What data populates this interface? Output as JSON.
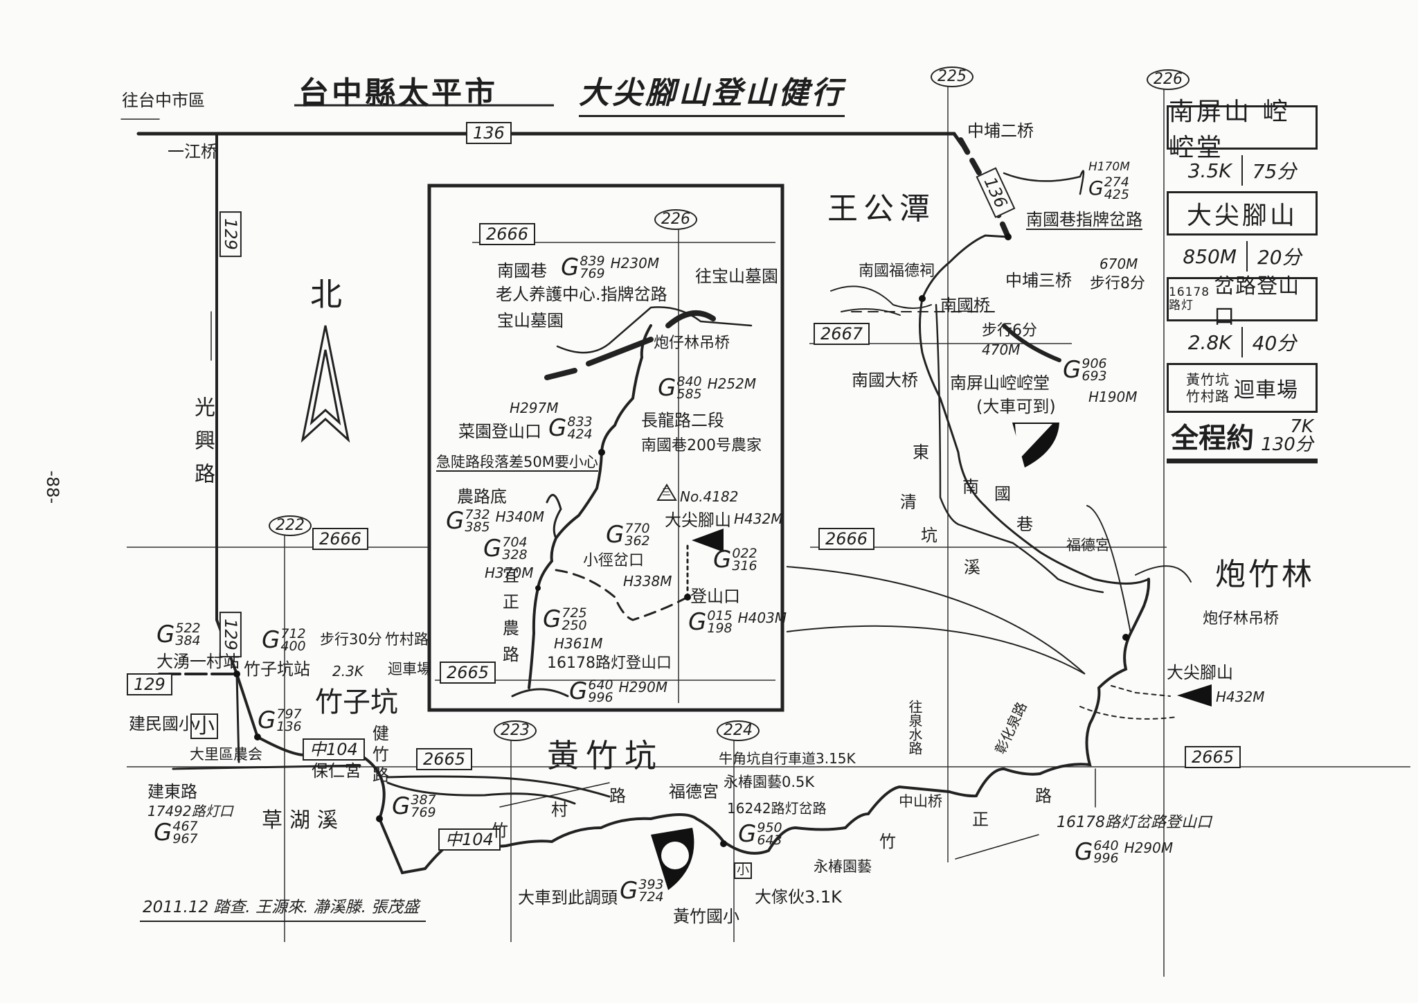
{
  "title": {
    "county": "台中縣太平市",
    "event": "大尖腳山登山健行"
  },
  "page_number": "-88-",
  "north": "北",
  "roads": {
    "r136": "136",
    "r136_b": "136",
    "r129_v": "129",
    "r129_v2": "129",
    "r129_h": "129",
    "zhong104_a": "中104",
    "zhong104_b": "中104"
  },
  "grid": {
    "c222": "222",
    "c223": "223",
    "c224": "224",
    "c225": "225",
    "c226": "226",
    "g2666_a": "2666",
    "g2666_b": "2666",
    "g2665_a": "2665",
    "g2665_b": "2665",
    "g2667": "2667"
  },
  "labels": {
    "to_taichung": "往台中市區",
    "yijiang_bridge": "一江桥",
    "guangxing_road": "光興路",
    "dayong_station": "大湧一村站",
    "g_dayong": {
      "g": [
        "522",
        "384"
      ]
    },
    "jianmin_school": "建民國小",
    "school_mark_a": "小",
    "dali_farmers": "大里區農会",
    "jiandong_road": "建東路",
    "lamp_17492": "17492路灯口",
    "g_jiandong": {
      "g": [
        "467",
        "967"
      ]
    },
    "g_zhuzikeng": {
      "g": [
        "712",
        "400"
      ]
    },
    "walk_30": "步行30分",
    "zhucun_road": "竹村路",
    "zhuzikeng_station": "竹子坑站",
    "dist_23": "2.3K",
    "turnaround": "迴車場",
    "zhuzikeng": "竹子坑",
    "g_797": {
      "g": [
        "797",
        "136"
      ]
    },
    "jianzhu_road": "健竹路",
    "baoren_temple": "保仁宮",
    "caohu_creek": "草湖溪",
    "g_387": {
      "g": [
        "387",
        "769"
      ]
    },
    "huangzhukeng": "黃竹坑",
    "zhu": "竹",
    "cun": "村",
    "lu": "路",
    "fude_temple_a": "福德宮",
    "niujiaokeng": "牛角坑自行車道3.15K",
    "yongchun_05": "永椿園藝0.5K",
    "lamp_16242": "16242路灯岔路",
    "g_950": {
      "g": [
        "950",
        "643"
      ]
    },
    "bus_turn": "大車到此調頭",
    "g_393": {
      "g": [
        "393",
        "724"
      ]
    },
    "huangzhu_school": "黃竹國小",
    "school_mark_b": "小",
    "dajiahuo": "大傢伙3.1K",
    "yongchun": "永椿園藝",
    "zhongshan_bridge": "中山桥",
    "zhu2": "竹",
    "zheng": "正",
    "lu2": "路",
    "to_quanshui": "往泉水路",
    "changhua_quan": "彰化泉路",
    "trailhead_16178": "16178路灯岔路登山口",
    "g_16178": {
      "g": [
        "640",
        "996"
      ],
      "h": "H290M"
    },
    "dajianjiao": "大尖腳山",
    "h432": "H432M",
    "paozhulin": "炮竹林",
    "paozailin_bridge": "炮仔林吊桥",
    "fude_temple_b": "福德宮",
    "dong": "東",
    "qing": "清",
    "keng": "坑",
    "xi": "溪",
    "nan": "南",
    "guo": "國",
    "xiang": "巷",
    "wanggongtan": "王公潭",
    "zhongpu2": "中埔二桥",
    "h170": "H170M",
    "g_274": {
      "g": [
        "274",
        "425"
      ]
    },
    "nanguo_sign": "南國巷指牌岔路",
    "nanguo_fude": "南國福德祠",
    "nanguo_bridge": "南國桥",
    "zhongpu3": "中埔三桥",
    "d670": "670M",
    "walk_8": "步行8分",
    "walk_6": "步行6分",
    "d470": "470M",
    "nanguo_big_bridge": "南國大桥",
    "nanping_temple": "南屏山崆崆堂",
    "g_906": {
      "g": [
        "906",
        "693"
      ]
    },
    "bus_ok": "(大車可到)",
    "h190": "H190M"
  },
  "inset": {
    "nanguo_lane": "南國巷",
    "g_839": {
      "g": [
        "839",
        "769"
      ],
      "h": "H230M"
    },
    "elder_center": "老人养護中心.指牌岔路",
    "baoshan_cemetery": "宝山墓園",
    "to_baoshan": "往宝山墓園",
    "paozailin_bridge": "炮仔林吊桥",
    "g_840": {
      "g": [
        "840",
        "585"
      ],
      "h": "H252M"
    },
    "changlong": "長龍路二段",
    "farm_200": "南國巷200号農家",
    "h297": "H297M",
    "caiyuan": "菜園登山口",
    "g_833": {
      "g": [
        "833",
        "424"
      ]
    },
    "steep_warning": "急陡路段落差50M要小心",
    "farm_road_end": "農路底",
    "g_732": {
      "g": [
        "732",
        "385"
      ],
      "h": "H340M"
    },
    "g_704": {
      "g": [
        "704",
        "328"
      ]
    },
    "h370": "H370M",
    "g_770": {
      "g": [
        "770",
        "362"
      ]
    },
    "junction": "小徑岔口",
    "h338": "H338M",
    "triangulation": "No.4182",
    "tri_mark": "三",
    "summit": "大尖腳山",
    "summit_h": "H432M",
    "g_022": {
      "g": [
        "022",
        "316"
      ]
    },
    "trailhead": "登山口",
    "g_015": {
      "g": [
        "015",
        "198"
      ],
      "h": "H403M"
    },
    "yizheng_road": "宜正農路",
    "g_725": {
      "g": [
        "725",
        "250"
      ]
    },
    "h361": "H361M",
    "lamp_trailhead": "16178路灯登山口",
    "g_640": {
      "g": [
        "640",
        "996"
      ],
      "h": "H290M"
    }
  },
  "legend": {
    "stop1": "南屏山 崆崆堂",
    "seg1": {
      "distance": "3.5K",
      "time": "75分"
    },
    "stop2": "大尖腳山",
    "seg2": {
      "distance": "850M",
      "time": "20分"
    },
    "stop3_top": "16178",
    "stop3_bottom": "路灯",
    "stop3": "岔路登山口",
    "seg3": {
      "distance": "2.8K",
      "time": "40分"
    },
    "stop4_top": "黃竹坑",
    "stop4_bottom": "竹村路",
    "stop4": "迴車場",
    "total": {
      "label": "全程約",
      "distance": "7K",
      "time": "130分"
    }
  },
  "credit": "2011.12 踏查. 王源來. 瀞溪滕. 張茂盛",
  "colors": {
    "ink": "#1e1e1e",
    "paper": "#fbfbfa"
  }
}
